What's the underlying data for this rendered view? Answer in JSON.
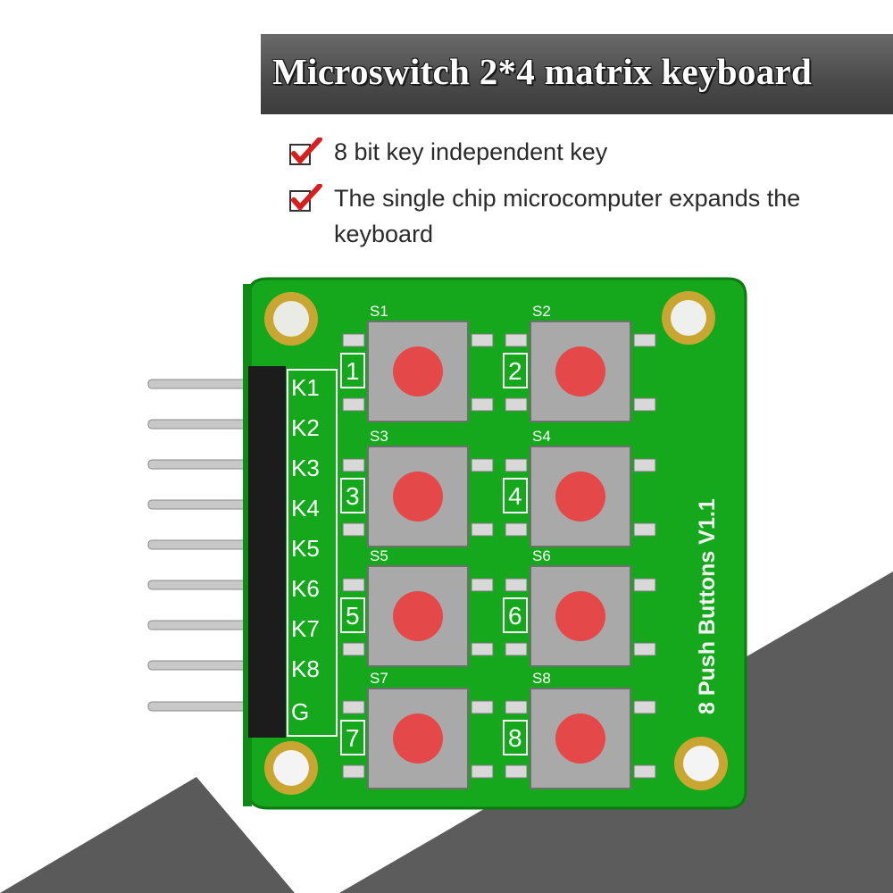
{
  "banner": {
    "title": "Microswitch 2*4 matrix keyboard"
  },
  "features": [
    {
      "text": "8 bit key independent key"
    },
    {
      "text": "The single chip microcomputer expands the keyboard"
    }
  ],
  "board": {
    "pin_labels": [
      "K1",
      "K2",
      "K3",
      "K4",
      "K5",
      "K6",
      "K7",
      "K8",
      "G"
    ],
    "switch_labels": [
      "S1",
      "S2",
      "S3",
      "S4",
      "S5",
      "S6",
      "S7",
      "S8"
    ],
    "button_numbers": [
      "1",
      "2",
      "3",
      "4",
      "5",
      "6",
      "7",
      "8"
    ],
    "silkscreen_title": "8 Push Buttons V1.1"
  },
  "colors": {
    "pcb": "#16a81c",
    "button_cap": "#e54848",
    "button_body": "#a9a9a9",
    "banner": "#4f4f4f",
    "check": "#d62020"
  }
}
